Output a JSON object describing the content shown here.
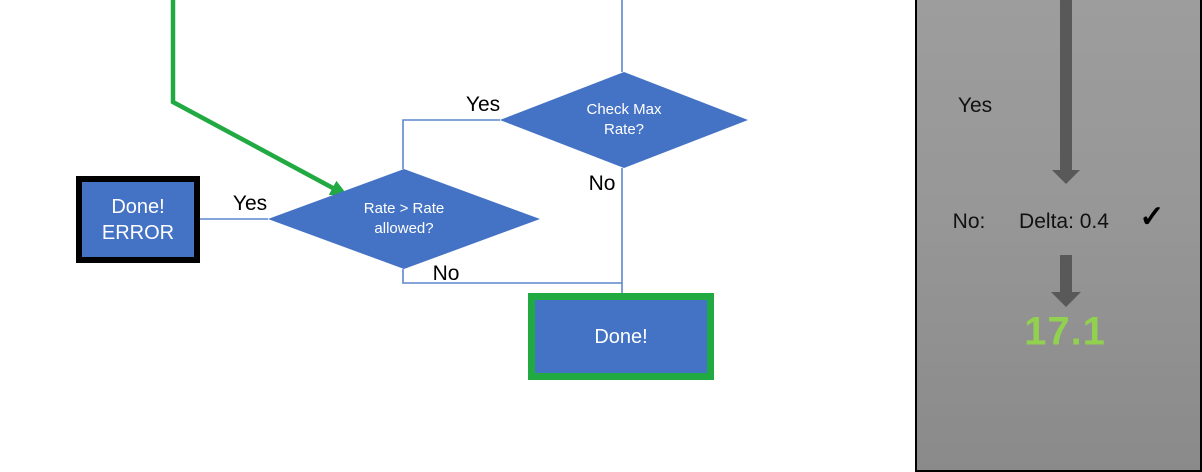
{
  "flowchart": {
    "decision_check_max_rate": {
      "line1": "Check Max",
      "line2": "Rate?"
    },
    "decision_rate_allowed": {
      "line1": "Rate > Rate",
      "line2": "allowed?"
    },
    "box_done_error": {
      "line1": "Done!",
      "line2": "ERROR"
    },
    "box_done": {
      "label": "Done!"
    },
    "labels": {
      "check_max_yes": "Yes",
      "check_max_no": "No",
      "rate_allowed_yes": "Yes",
      "rate_allowed_no": "No"
    }
  },
  "side_panel": {
    "yes_label": "Yes",
    "no_label": "No:",
    "delta_label": "Delta: 0.4",
    "check_icon": "✓",
    "result_value": "17.1"
  },
  "colors": {
    "accent_blue": "#4472C4",
    "connector_blue": "#5B87CE",
    "green": "#21A942",
    "light_green": "#92D050",
    "panel_gray": "#979797",
    "arrow_gray": "#595959",
    "black": "#000000"
  }
}
